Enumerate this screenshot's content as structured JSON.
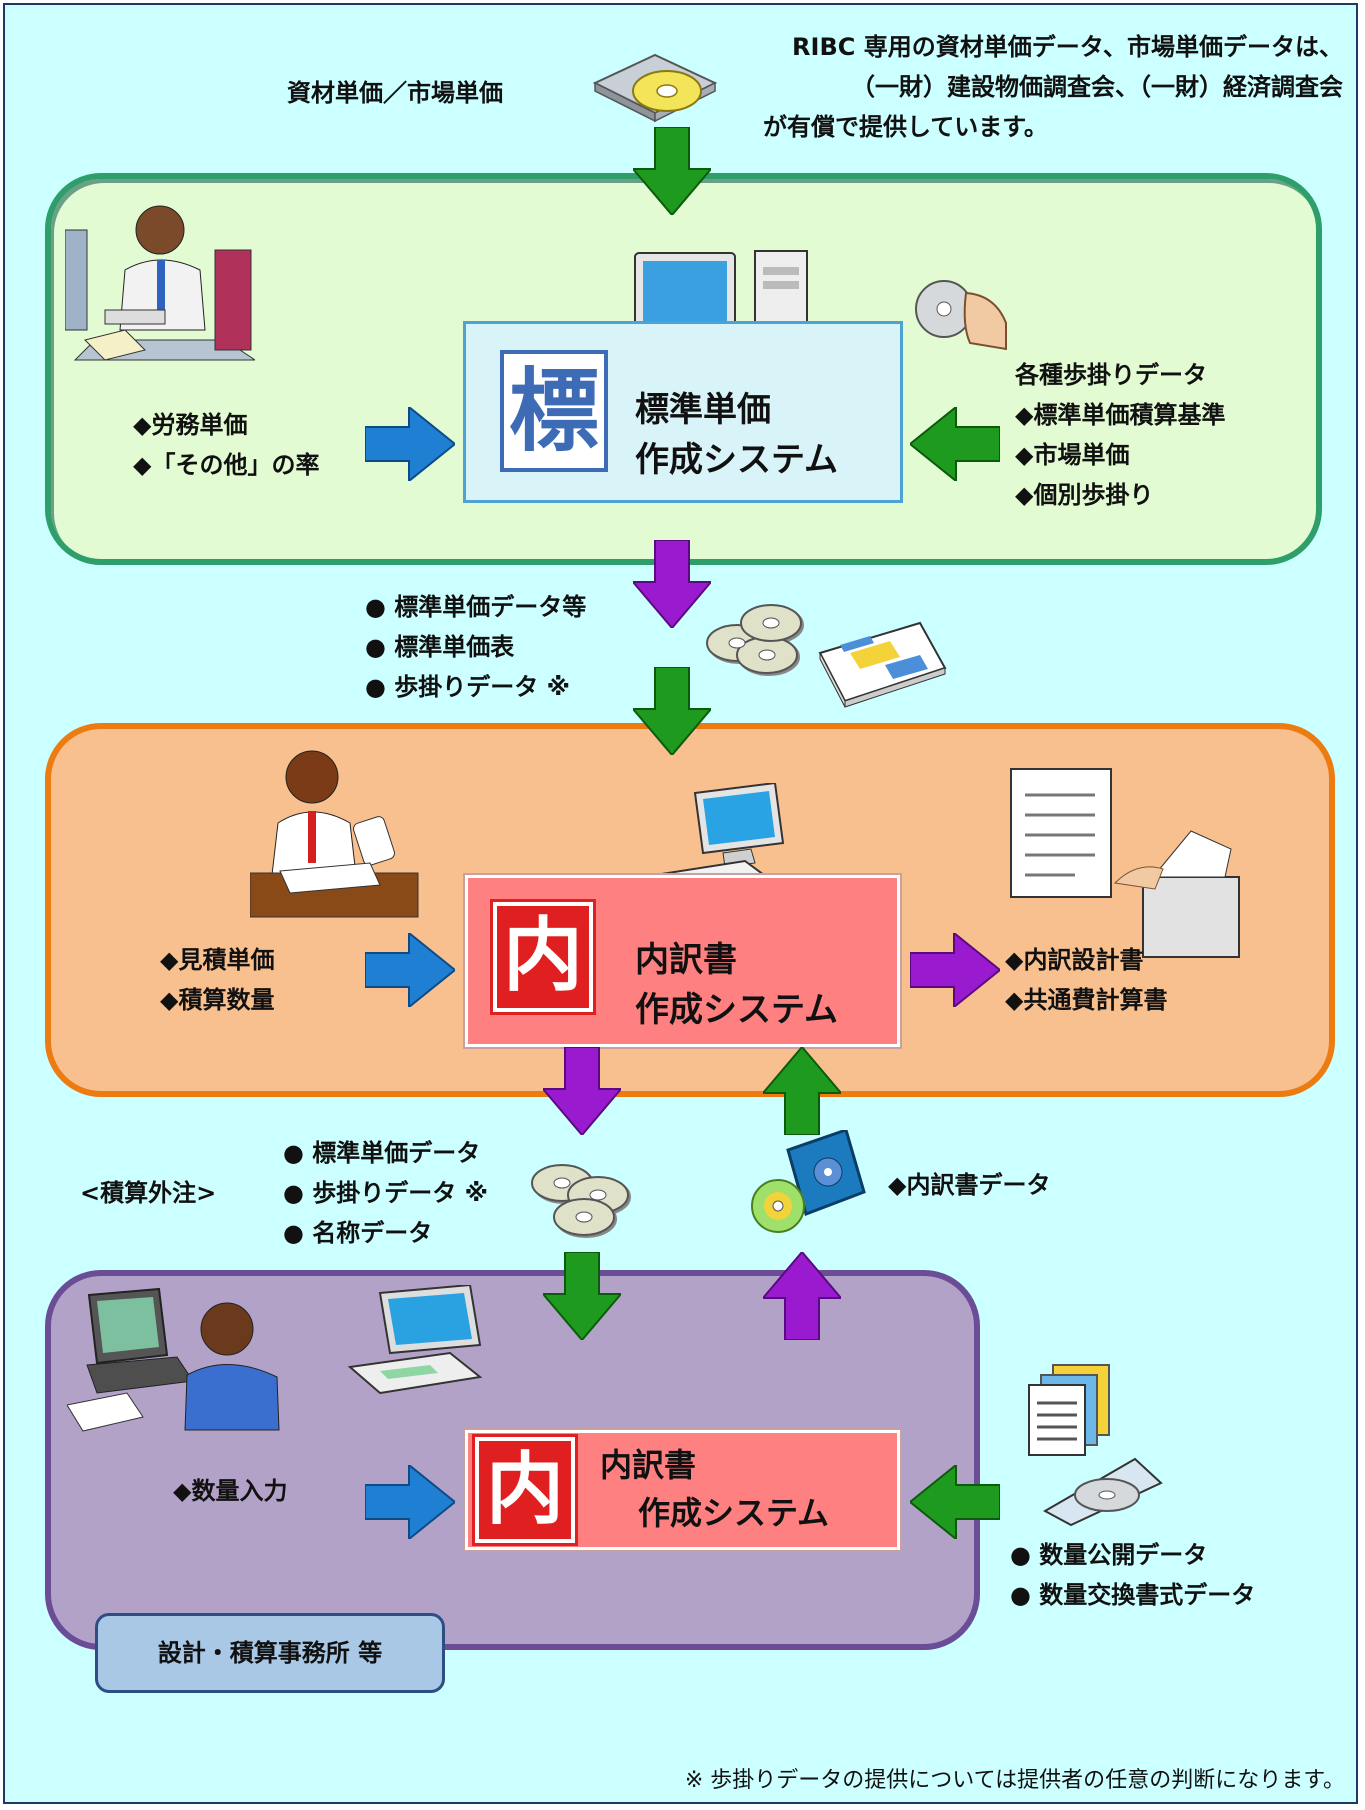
{
  "top": {
    "materials_label": "資材単価／市場単価",
    "provider_note": [
      "RIBC 専用の資材単価データ、市場単価データは、",
      "（一財）建設物価調査会、（一財）経済調査会",
      "が有償で提供しています。"
    ]
  },
  "standard_panel": {
    "system_kanji": "標",
    "system_title": [
      "標準単価",
      "作成システム"
    ],
    "left_inputs": [
      "◆労務単価",
      "◆「その他」の率"
    ],
    "right_inputs": [
      "各種歩掛りデータ",
      "◆標準単価積算基準",
      "◆市場単価",
      "◆個別歩掛り"
    ]
  },
  "between_1": {
    "outputs": [
      "● 標準単価データ等",
      "● 標準単価表",
      "● 歩掛りデータ ※"
    ]
  },
  "breakdown_panel": {
    "system_kanji": "内",
    "system_title": [
      "内訳書",
      "作成システム"
    ],
    "left_inputs": [
      "◆見積単価",
      "◆積算数量"
    ],
    "right_outputs": [
      "◆内訳設計書",
      "◆共通費計算書"
    ]
  },
  "between_2": {
    "outsourcing_label": "<積算外注>",
    "outputs": [
      "● 標準単価データ",
      "● 歩掛りデータ ※",
      "● 名称データ"
    ],
    "return_label": "◆内訳書データ"
  },
  "office_panel": {
    "system_kanji": "内",
    "system_title": [
      "内訳書",
      "作成システム"
    ],
    "left_inputs": [
      "◆数量入力"
    ],
    "right_inputs": [
      "● 数量公開データ",
      "● 数量交換書式データ"
    ],
    "badge": "設計・積算事務所 等"
  },
  "footnote": "※ 歩掛りデータの提供については提供者の任意の判断になります。",
  "colors": {
    "background": "#ccffff",
    "green_panel": "#e2fbd2",
    "orange_panel": "#f9c08f",
    "purple_panel": "#b3a2c8",
    "arrow_green": "#1e9b1e",
    "arrow_purple": "#9a1ad0",
    "arrow_blue": "#1f7fd3"
  }
}
